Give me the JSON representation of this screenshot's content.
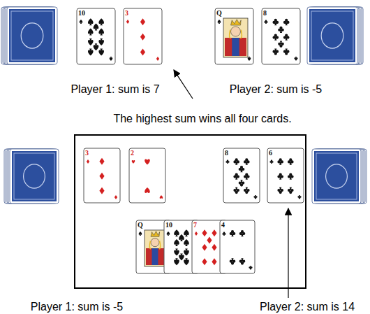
{
  "diagram": {
    "labels": [
      "10",
      "3",
      "Q",
      "8",
      "Player 1: sum is 7",
      "Player 2: sum is -5",
      "The highest sum wins all four cards.",
      "3",
      "2",
      "8",
      "6",
      "Q",
      "10",
      "7",
      "4",
      "Player 1: sum is -5",
      "Player 2: sum is 14"
    ]
  }
}
